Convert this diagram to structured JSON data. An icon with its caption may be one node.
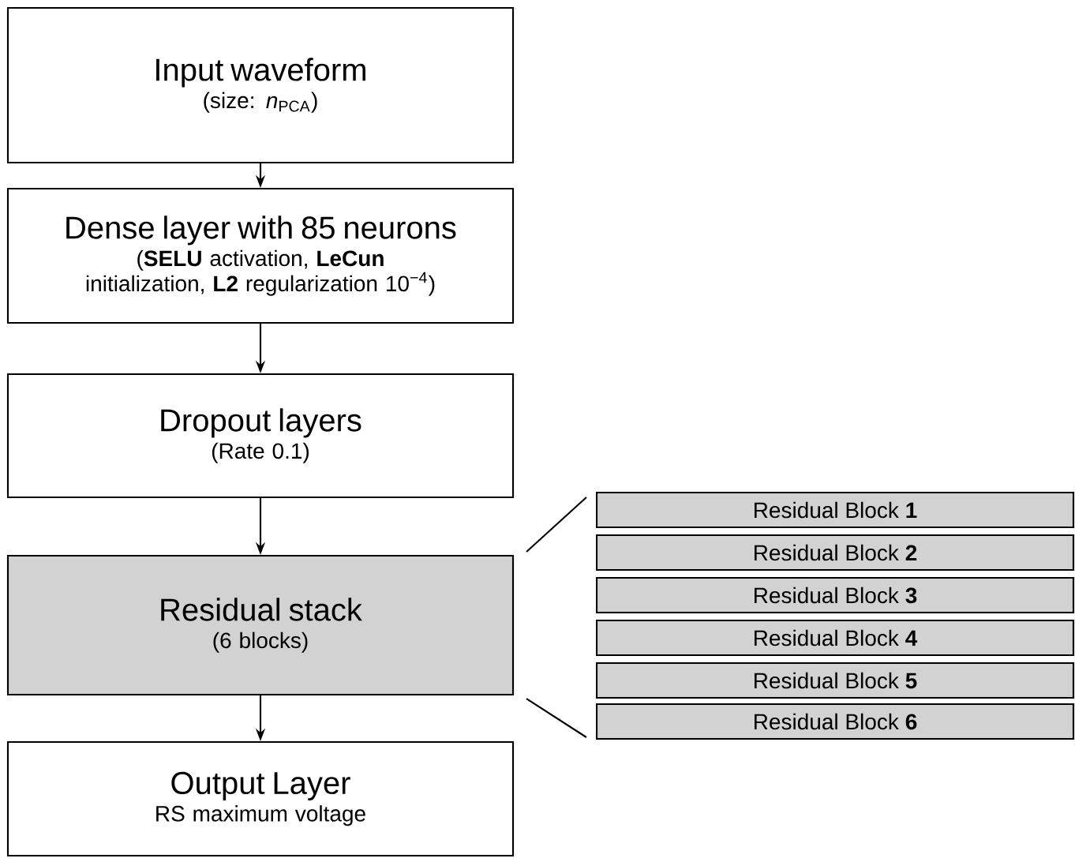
{
  "diagram": {
    "nodes": [
      {
        "text": [
          "Input waveform",
          "(size: *n*$_{PCA}$)"
        ]
      },
      {
        "text": [
          "Dense layer with 85 neurons",
          "(**SELU** activation, **LeCun** initialization, **L2** regularization 10$^{−4}$)"
        ]
      },
      {
        "text": [
          "Dropout layers",
          "(Rate 0.1)"
        ]
      },
      {
        "text": [
          "Residual stack",
          "(6 blocks)"
        ]
      },
      {
        "text": [
          "Output Layer",
          "RS maximum voltage"
        ]
      },
      {
        "text": [
          "Residual Block **1**"
        ]
      },
      {
        "text": [
          "Residual Block **2**"
        ]
      },
      {
        "text": [
          "Residual Block **3**"
        ]
      },
      {
        "text": [
          "Residual Block **4**"
        ]
      },
      {
        "text": [
          "Residual Block **5**"
        ]
      },
      {
        "text": [
          "Residual Block **6**"
        ]
      }
    ],
    "edges": [
      {
        "from": 0,
        "to": 1,
        "arrow": "to"
      },
      {
        "from": 1,
        "to": 2,
        "arrow": "to"
      },
      {
        "from": 2,
        "to": 3,
        "arrow": "to"
      },
      {
        "from": 3,
        "to": 4,
        "arrow": "to"
      },
      {
        "from": 3,
        "to": 5,
        "arrow": "none"
      },
      {
        "from": 3,
        "to": 10,
        "arrow": "none"
      }
    ]
  }
}
